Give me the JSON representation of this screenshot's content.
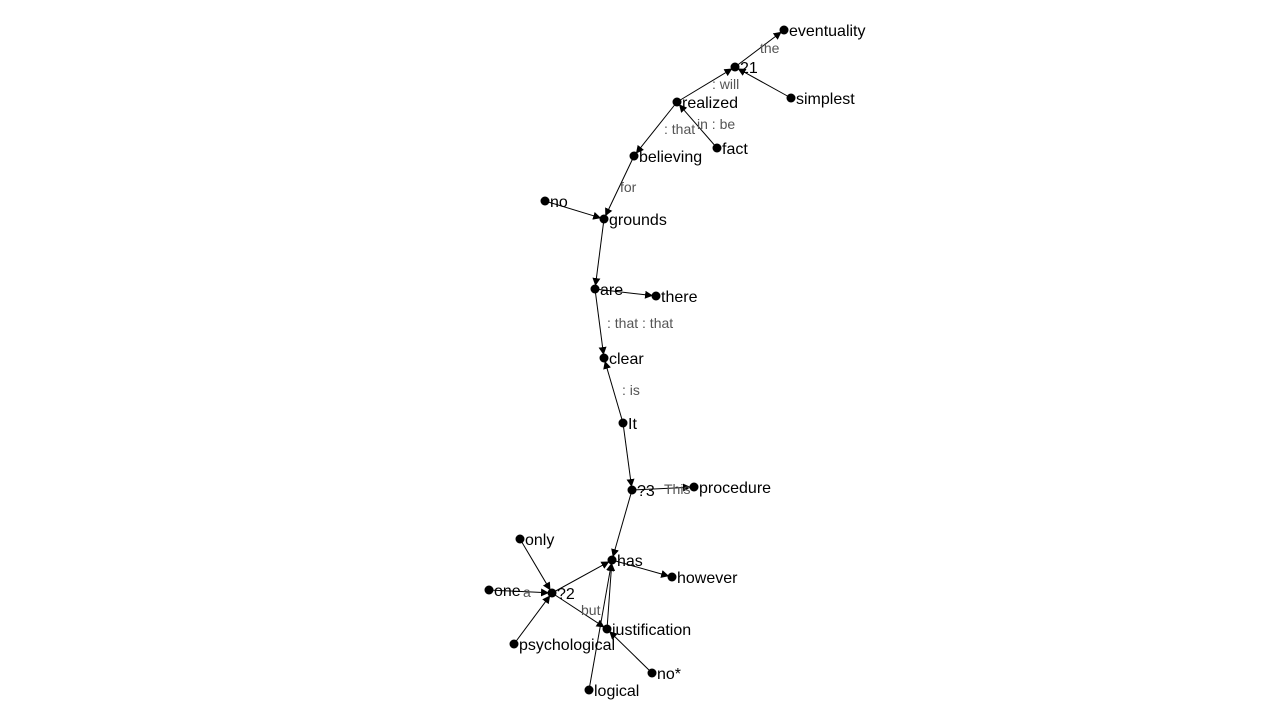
{
  "graph": {
    "nodes": [
      {
        "id": "eventuality",
        "label": "eventuality"
      },
      {
        "id": "21",
        "label": "21"
      },
      {
        "id": "simplest",
        "label": "simplest"
      },
      {
        "id": "realized",
        "label": "realized"
      },
      {
        "id": "fact",
        "label": "fact"
      },
      {
        "id": "believing",
        "label": "believing"
      },
      {
        "id": "no",
        "label": "no"
      },
      {
        "id": "grounds",
        "label": "grounds"
      },
      {
        "id": "are",
        "label": "are"
      },
      {
        "id": "there",
        "label": "there"
      },
      {
        "id": "clear",
        "label": "clear"
      },
      {
        "id": "it",
        "label": "It"
      },
      {
        "id": "q3",
        "label": "?3"
      },
      {
        "id": "procedure",
        "label": "procedure"
      },
      {
        "id": "has",
        "label": "has"
      },
      {
        "id": "however",
        "label": "however"
      },
      {
        "id": "only",
        "label": "only"
      },
      {
        "id": "one",
        "label": "one"
      },
      {
        "id": "q2",
        "label": "?2"
      },
      {
        "id": "justification",
        "label": "justification"
      },
      {
        "id": "psychological",
        "label": "psychological"
      },
      {
        "id": "no_star",
        "label": "no*"
      },
      {
        "id": "logical",
        "label": "logical"
      }
    ],
    "edges": [
      {
        "from": "21",
        "to": "eventuality",
        "label": "the"
      },
      {
        "from": "simplest",
        "to": "21",
        "label": ""
      },
      {
        "from": "realized",
        "to": "21",
        "label": ": will"
      },
      {
        "from": "fact",
        "to": "realized",
        "label": "in : be"
      },
      {
        "from": "realized",
        "to": "believing",
        "label": ": that"
      },
      {
        "from": "believing",
        "to": "grounds",
        "label": "for"
      },
      {
        "from": "no",
        "to": "grounds",
        "label": ""
      },
      {
        "from": "grounds",
        "to": "are",
        "label": ""
      },
      {
        "from": "are",
        "to": "there",
        "label": ""
      },
      {
        "from": "are",
        "to": "clear",
        "label": ": that  : that"
      },
      {
        "from": "it",
        "to": "clear",
        "label": ": is"
      },
      {
        "from": "it",
        "to": "q3",
        "label": ""
      },
      {
        "from": "q3",
        "to": "procedure",
        "label": "This"
      },
      {
        "from": "q3",
        "to": "has",
        "label": ""
      },
      {
        "from": "has",
        "to": "however",
        "label": ""
      },
      {
        "from": "q2",
        "to": "has",
        "label": ""
      },
      {
        "from": "only",
        "to": "q2",
        "label": ""
      },
      {
        "from": "one",
        "to": "q2",
        "label": "a"
      },
      {
        "from": "psychological",
        "to": "q2",
        "label": ""
      },
      {
        "from": "q2",
        "to": "justification",
        "label": "but"
      },
      {
        "from": "justification",
        "to": "has",
        "label": ""
      },
      {
        "from": "no_star",
        "to": "justification",
        "label": ""
      },
      {
        "from": "logical",
        "to": "has",
        "label": ""
      }
    ]
  }
}
